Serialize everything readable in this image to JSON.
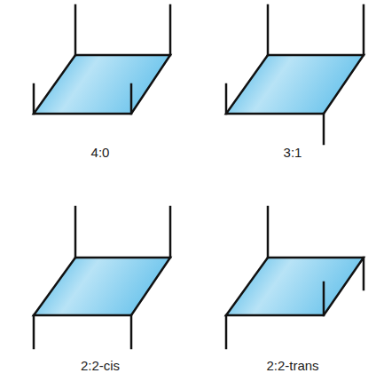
{
  "diagram": {
    "labels": [
      "4:0",
      "3:1",
      "2:2-cis",
      "2:2-trans"
    ]
  }
}
